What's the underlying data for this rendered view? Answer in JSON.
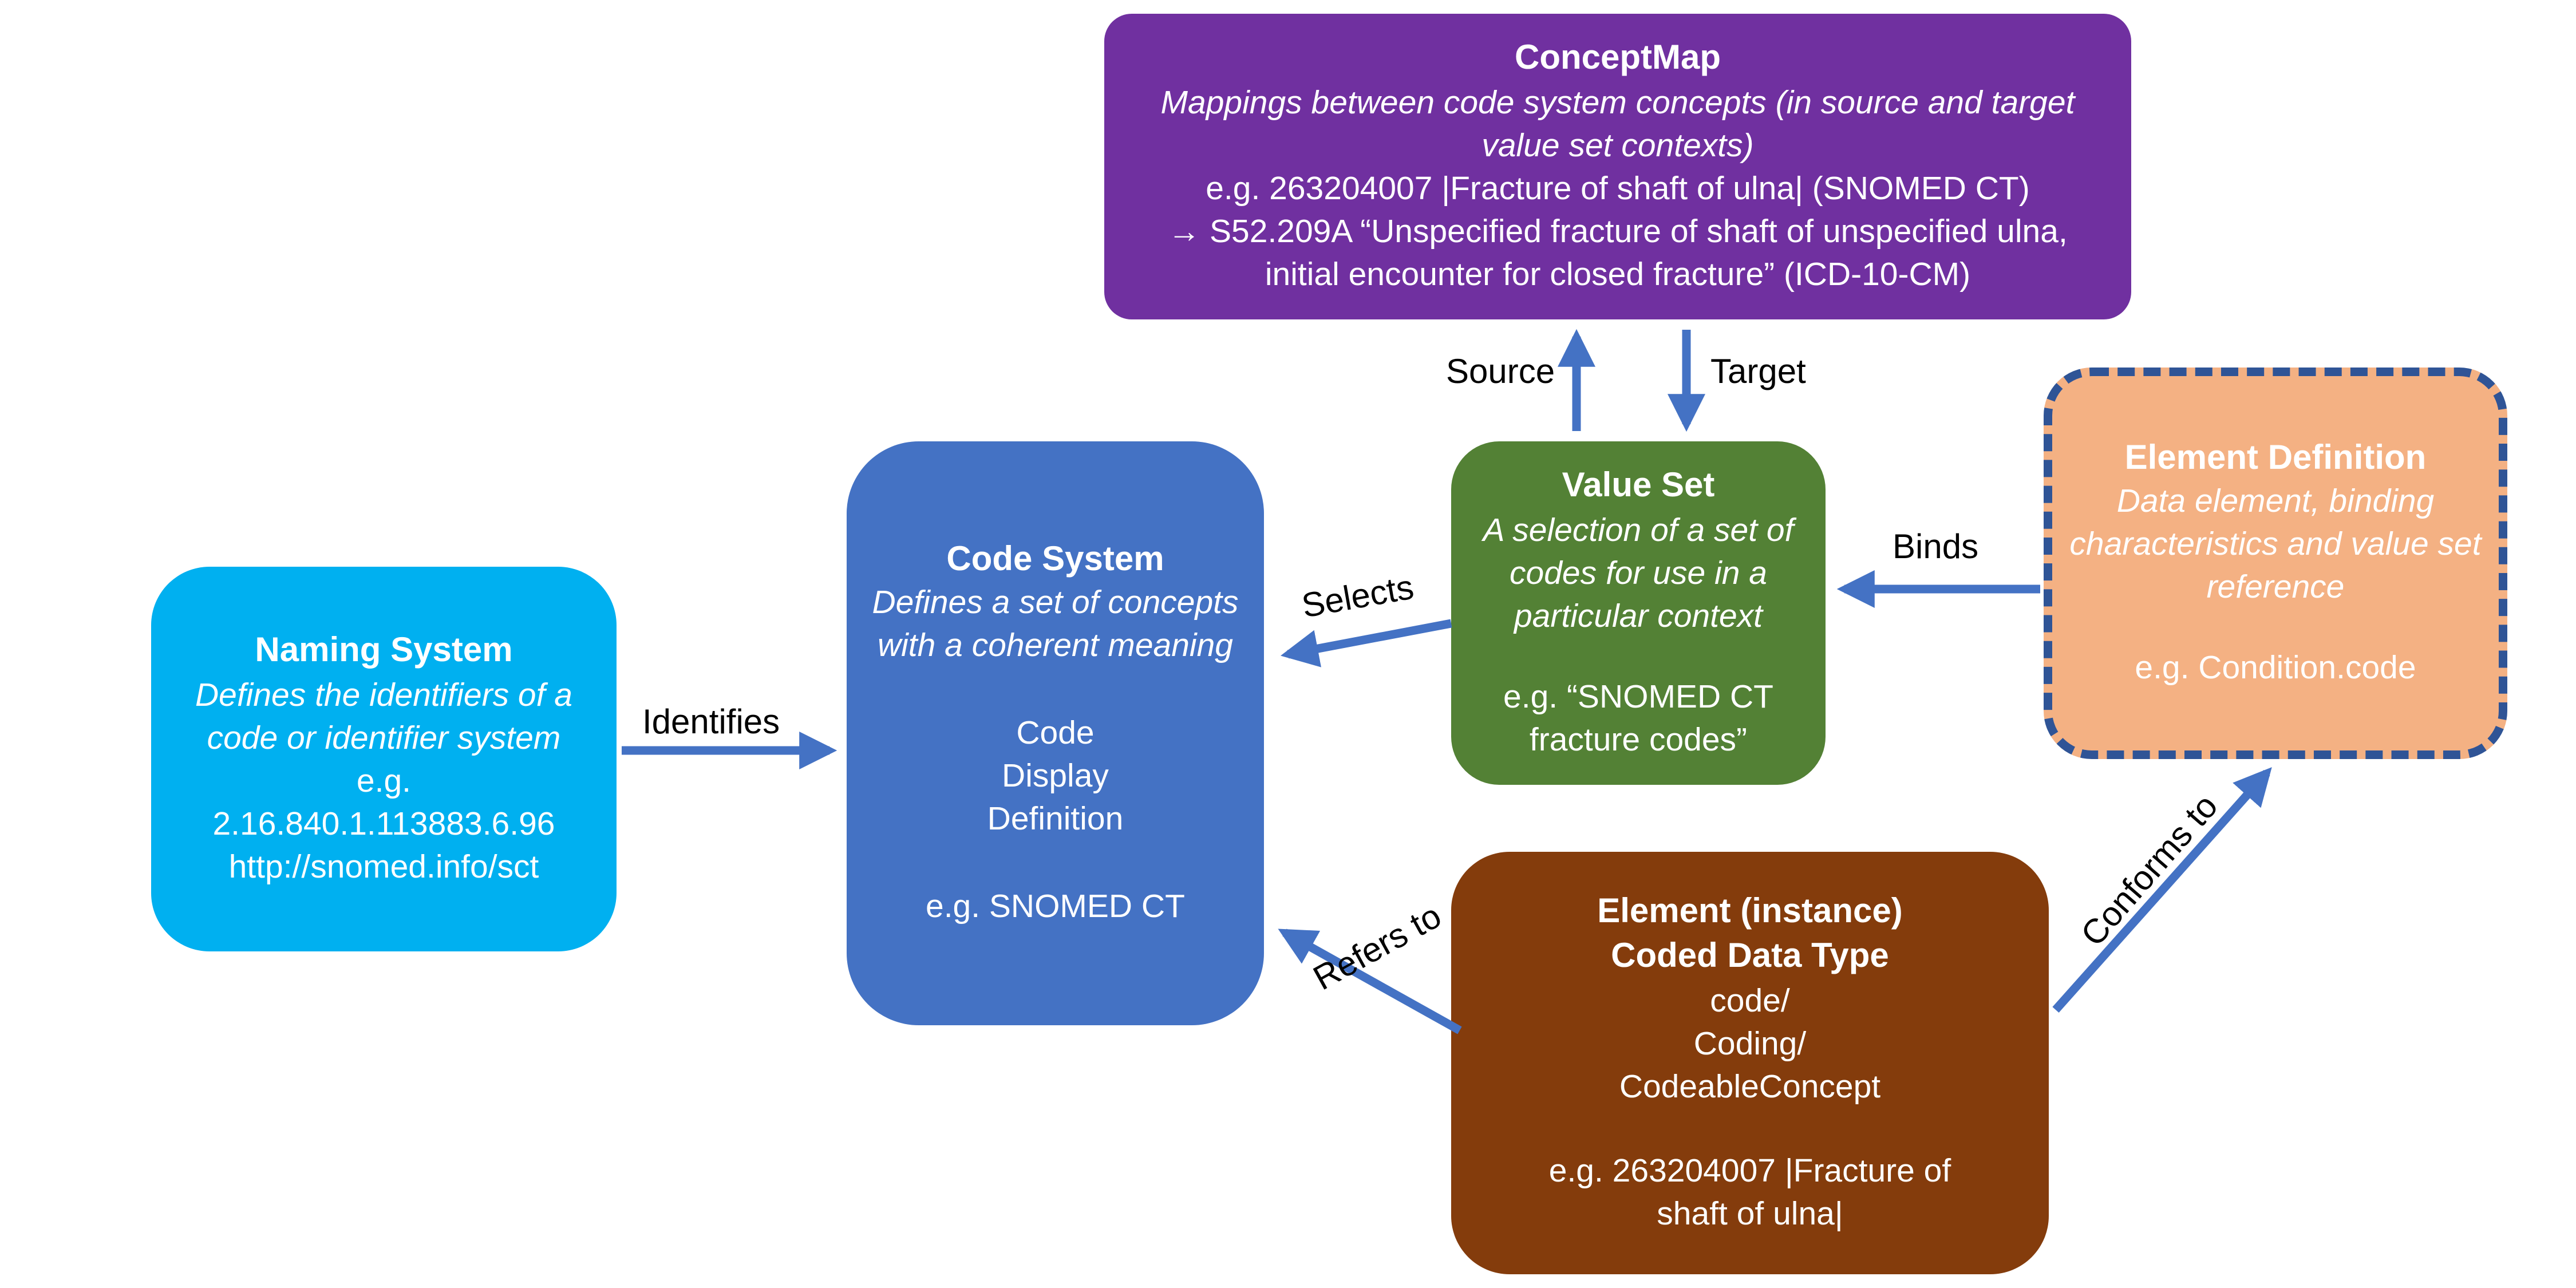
{
  "diagram": {
    "boxes": {
      "concept_map": {
        "title": "ConceptMap",
        "description": "Mappings between code system concepts (in source and target value set contexts)",
        "example": "e.g. 263204007 |Fracture of shaft of ulna| (SNOMED CT)\n→ S52.209A “Unspecified fracture of shaft of unspecified ulna, initial encounter for closed fracture” (ICD-10-CM)"
      },
      "value_set": {
        "title": "Value Set",
        "description": "A selection of a set of codes for use in a particular context",
        "example": "e.g. “SNOMED CT\nfracture codes”"
      },
      "code_system": {
        "title": "Code System",
        "description": "Defines a set of concepts with a coherent meaning",
        "fields": "Code\nDisplay\nDefinition",
        "example": "e.g. SNOMED CT"
      },
      "naming_system": {
        "title": "Naming System",
        "description": "Defines the identifiers of a code or identifier system",
        "example": "e.g.\n2.16.840.1.113883.6.96\nhttp://snomed.info/sct"
      },
      "element_definition": {
        "title": "Element Definition",
        "description": "Data element, binding characteristics and value set reference",
        "example": "e.g. Condition.code"
      },
      "element_instance": {
        "title": "Element (instance)\nCoded Data Type",
        "fields": "code/\nCoding/\nCodeableConcept",
        "example": "e.g. 263204007 |Fracture of\nshaft of ulna|"
      }
    },
    "labels": {
      "source": "Source",
      "target": "Target",
      "selects": "Selects",
      "binds": "Binds",
      "identifies": "Identifies",
      "refers_to": "Refers to",
      "conforms_to": "Conforms to"
    },
    "colors": {
      "concept_map": "#7030A0",
      "value_set": "#538135",
      "code_system": "#4472C4",
      "naming_system": "#00B0F0",
      "element_definition_fill": "#F4B183",
      "element_definition_border": "#2F5496",
      "element_instance": "#843C0C",
      "arrow": "#4472C4",
      "label_text": "#000000",
      "box_text": "#FFFFFF"
    }
  }
}
